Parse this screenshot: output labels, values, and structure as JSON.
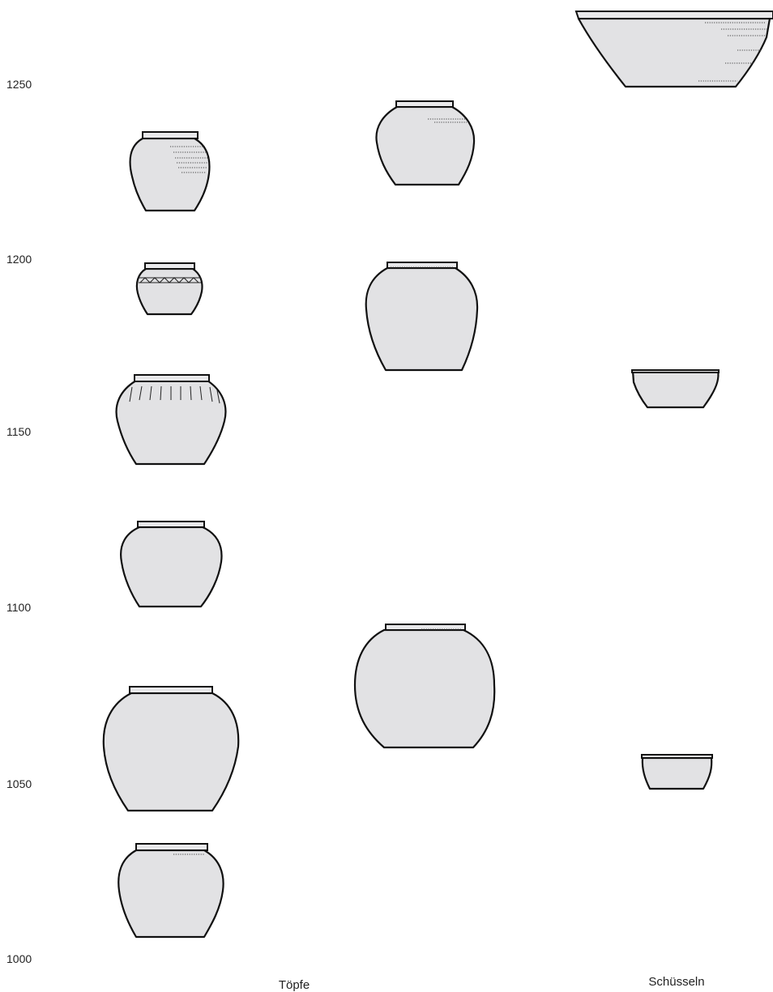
{
  "timeline": {
    "years": [
      "1250",
      "1200",
      "1150",
      "1100",
      "1050",
      "1000"
    ]
  },
  "columns": {
    "pots_label": "Töpfe",
    "bowls_label": "Schüsseln"
  },
  "colors": {
    "vessel_fill": "#e2e2e4",
    "outline": "#111111"
  }
}
